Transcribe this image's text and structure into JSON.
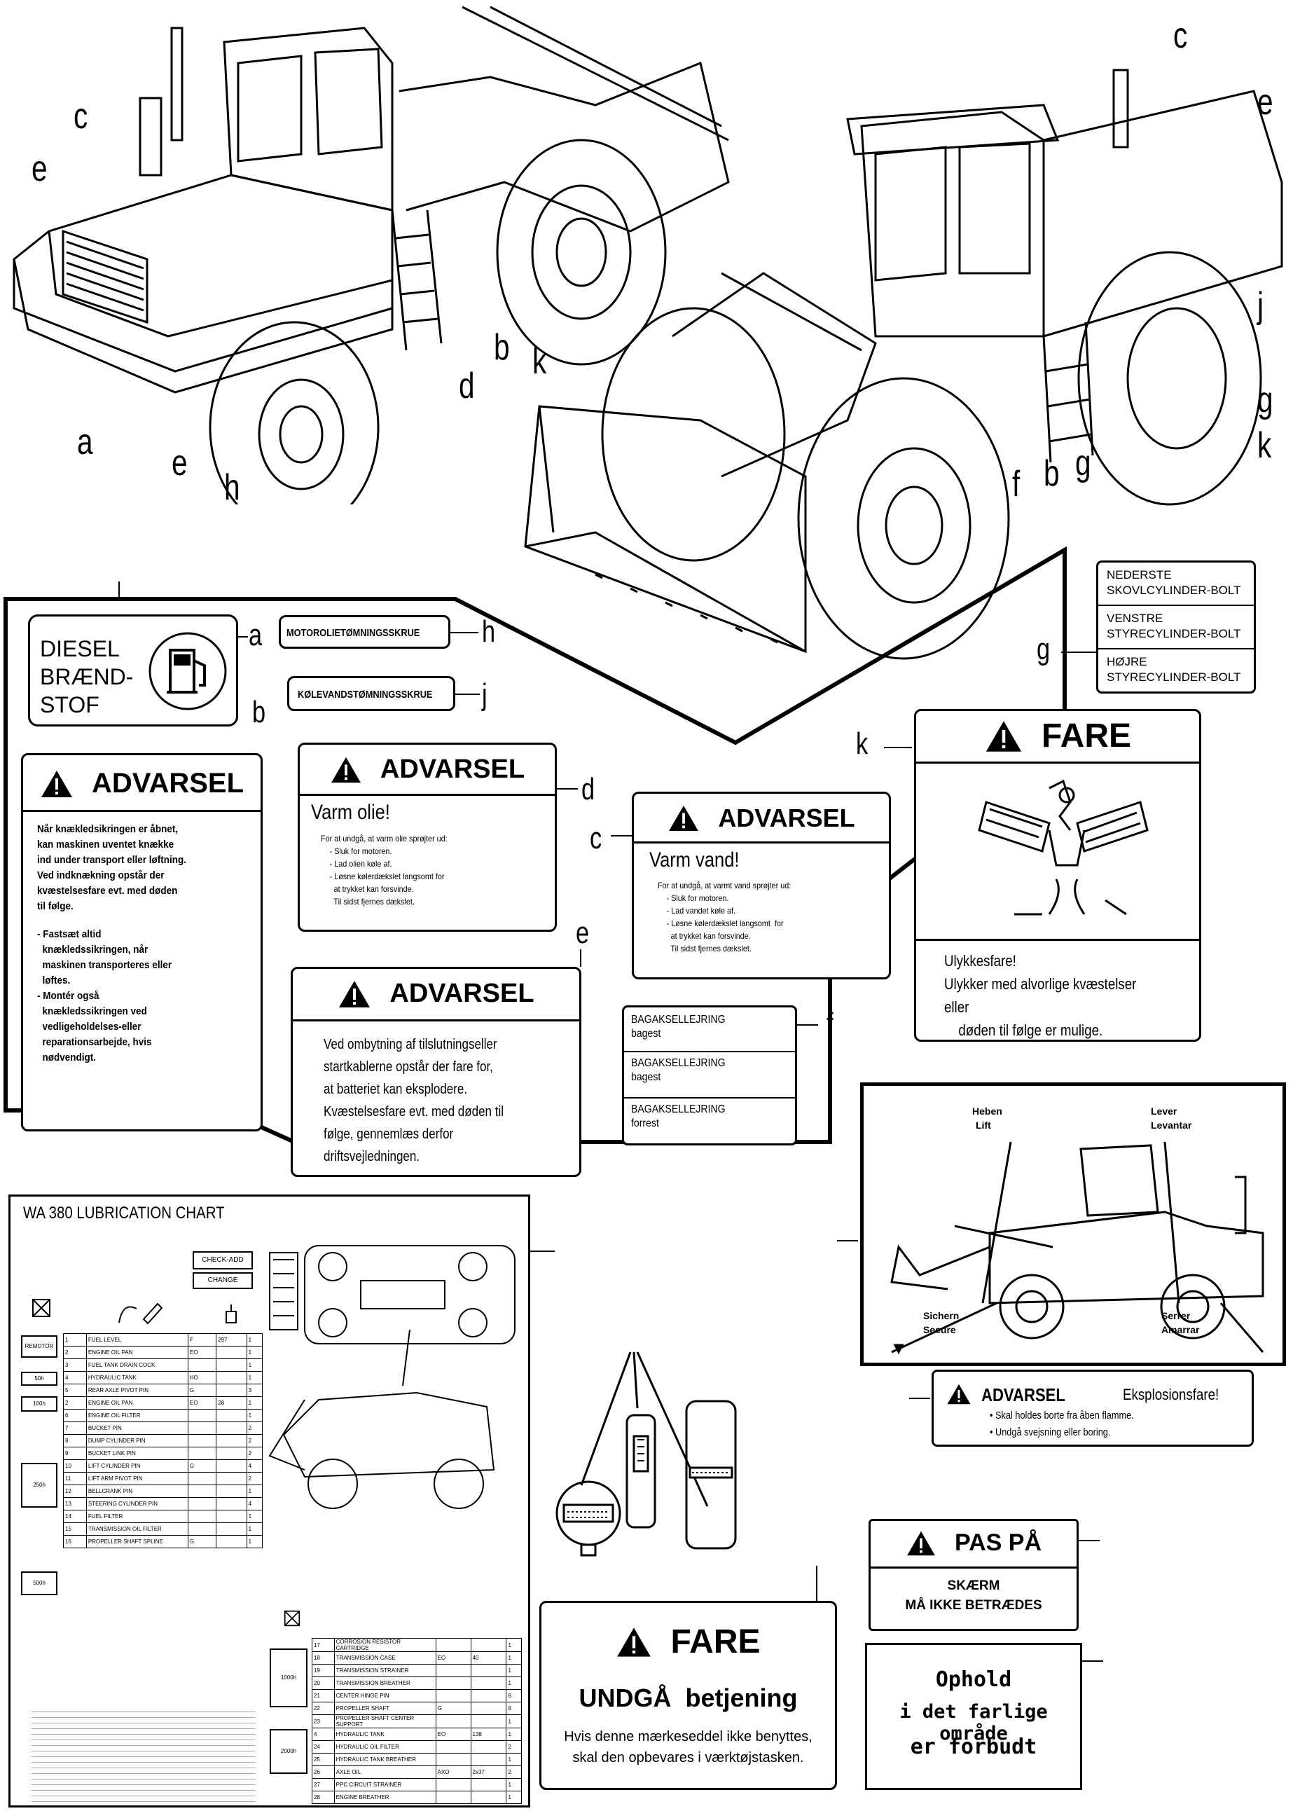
{
  "letters": {
    "top_left": {
      "c": "c",
      "e1": "e",
      "a": "a",
      "e2": "e",
      "h": "h",
      "d": "d",
      "b": "b",
      "k": "k"
    },
    "top_right": {
      "c": "c",
      "e": "e",
      "j": "j",
      "g1": "g",
      "k": "k",
      "f": "f",
      "b": "b",
      "g2": "g"
    }
  },
  "decal_a": {
    "text1": "DIESEL",
    "text2": "BRÆND-",
    "text3": "STOF",
    "letter": "a"
  },
  "decal_h": {
    "text": "MOTOROLIETØMNINGSSKRUE",
    "letter": "h"
  },
  "decal_j": {
    "text": "KØLEVANDSTØMNINGSSKRUE",
    "letter": "j"
  },
  "decal_g": {
    "row1a": "NEDERSTE",
    "row1b": "SKOVLCYLINDER-BOLT",
    "row2a": "VENSTRE",
    "row2b": "STYRECYLINDER-BOLT",
    "row3a": "HØJRE",
    "row3b": "STYRECYLINDER-BOLT",
    "letter": "g"
  },
  "decal_b": {
    "letter": "b",
    "header": "ADVARSEL",
    "lines": [
      "Når knækledsikringen er åbnet,",
      "kan maskinen uventet knække",
      "ind under transport eller løftning.",
      "Ved indknækning opstår der",
      "kvæstelsesfare evt. med døden",
      "til følge."
    ],
    "bullets": [
      "- Fastsæt altid",
      "  knækledssikringen, når",
      "  maskinen transporteres eller",
      "  løftes.",
      "- Montér også",
      "  knækledssikringen ved",
      "  vedligeholdelses-eller",
      "  reparationsarbejde, hvis",
      "  nødvendigt."
    ]
  },
  "decal_d": {
    "letter": "d",
    "header": "ADVARSEL",
    "title": "Varm olie!",
    "lines": [
      "For at undgå, at varm olie sprøjter ud:",
      "- Sluk for motoren.",
      "- Lad olien køle af.",
      "- Løsne kølerdækslet langsomt for",
      "  at trykket kan forsvinde.",
      "  Til sidst fjernes dækslet."
    ]
  },
  "decal_c": {
    "letter": "c",
    "header": "ADVARSEL",
    "title": "Varm vand!",
    "lines": [
      "For at undgå, at varmt vand sprøjter ud:",
      "- Sluk for motoren.",
      "- Lad vandet køle af.",
      "- Løsne kølerdækslet langsomt  for",
      "  at trykket kan forsvinde.",
      "  Til sidst fjernes dækslet."
    ]
  },
  "decal_e": {
    "letter": "e",
    "header": "ADVARSEL",
    "lines": [
      "Ved ombytning af tilslutningseller",
      "startkablerne opstår der fare for,",
      "at batteriet kan eksplodere.",
      "Kvæstelsesfare evt. med døden til",
      "følge, gennemlæs derfor",
      "driftsvejledningen."
    ]
  },
  "decal_f": {
    "letter": "f",
    "rows": [
      [
        "BAGAKSELLEJRING",
        "bagest"
      ],
      [
        "BAGAKSELLEJRING",
        "bagest"
      ],
      [
        "BAGAKSELLEJRING",
        "forrest"
      ]
    ]
  },
  "decal_k": {
    "letter": "k",
    "header": "FARE",
    "lines": [
      "Ulykkesfare!",
      "Ulykker med alvorlige kvæstelser eller",
      "døden til følge er mulige."
    ]
  },
  "lift_decal": {
    "heben": "Heben",
    "lift": "Lift",
    "lever": "Lever",
    "levantar": "Levantar",
    "sichern": "Sichern",
    "secure": "Secure",
    "serrer": "Serrer",
    "amarrar": "Amarrar"
  },
  "explosion_decal": {
    "header": "ADVARSEL",
    "title": "Eksplosionsfare!",
    "line1": "• Skal holdes borte fra åben flamme.",
    "line2": "• Undgå svejsning eller boring."
  },
  "paspa_decal": {
    "header": "PAS PÅ",
    "line1": "SKÆRM",
    "line2": "MÅ IKKE BETRÆDES"
  },
  "ophold_decal": {
    "line1": "Ophold",
    "line2": "i det farlige område",
    "line3": "er forbudt"
  },
  "fare2_decal": {
    "header": "FARE",
    "title": "UNDGÅ  betjening",
    "line1": "Hvis denne mærkeseddel ikke benyttes,",
    "line2": "skal den opbevares i værktøjstasken."
  },
  "lube_chart": {
    "title": "WA 380 LUBRICATION CHART",
    "check_add": "CHECK-ADD",
    "change": "CHANGE",
    "intervals": [
      "REMOTOR",
      "50h",
      "100h",
      "250h",
      "500h",
      "1000h",
      "2000h"
    ],
    "left_rows": [
      [
        "1",
        "FUEL LEVEL",
        "F",
        "297",
        "1"
      ],
      [
        "2",
        "ENGINE OIL PAN",
        "EO",
        "",
        "1"
      ],
      [
        "3",
        "FUEL TANK DRAIN COCK",
        "",
        "",
        "1"
      ],
      [
        "4",
        "HYDRAULIC TANK",
        "HO",
        "",
        "1"
      ],
      [
        "5",
        "REAR AXLE PIVOT PIN",
        "G",
        "",
        "3"
      ],
      [
        "2",
        "ENGINE OIL PAN",
        "EO",
        "28",
        "1"
      ],
      [
        "6",
        "ENGINE OIL FILTER",
        "",
        "",
        "1"
      ],
      [
        "7",
        "BUCKET PIN",
        "",
        "",
        "2"
      ],
      [
        "8",
        "DUMP CYLINDER PIN",
        "",
        "",
        "2"
      ],
      [
        "9",
        "BUCKET LINK PIN",
        "",
        "",
        "2"
      ],
      [
        "10",
        "LIFT CYLINDER PIN",
        "G",
        "",
        "4"
      ],
      [
        "11",
        "LIFT ARM PIVOT PIN",
        "",
        "",
        "2"
      ],
      [
        "12",
        "BELLCRANK PIN",
        "",
        "",
        "1"
      ],
      [
        "13",
        "STEERING CYLINDER PIN",
        "",
        "",
        "4"
      ],
      [
        "14",
        "FUEL FILTER",
        "",
        "",
        "1"
      ],
      [
        "15",
        "TRANSMISSION OIL FILTER",
        "",
        "",
        "1"
      ],
      [
        "16",
        "PROPELLER SHAFT SPLINE",
        "G",
        "",
        "1"
      ]
    ],
    "right_rows": [
      [
        "17",
        "CORROSION RESISTOR CARTRIDGE",
        "",
        "",
        "1"
      ],
      [
        "18",
        "TRANSMISSION CASE",
        "EO",
        "40",
        "1"
      ],
      [
        "19",
        "TRANSMISSION STRAINER",
        "",
        "",
        "1"
      ],
      [
        "20",
        "TRANSMISSION BREATHER",
        "",
        "",
        "1"
      ],
      [
        "21",
        "CENTER HINGE PIN",
        "",
        "",
        "6"
      ],
      [
        "22",
        "PROPELLER SHAFT",
        "G",
        "",
        "8"
      ],
      [
        "23",
        "PROPELLER SHAFT CENTER SUPPORT",
        "",
        "",
        "1"
      ],
      [
        "4",
        "HYDRAULIC TANK",
        "EO",
        "138",
        "1"
      ],
      [
        "24",
        "HYDRAULIC OIL FILTER",
        "",
        "",
        "2"
      ],
      [
        "25",
        "HYDRAULIC TANK BREATHER",
        "",
        "",
        "1"
      ],
      [
        "26",
        "AXLE OIL",
        "AXO",
        "2x37",
        "2"
      ],
      [
        "27",
        "PPC CIRCUIT STRAINER",
        "",
        "",
        "1"
      ],
      [
        "28",
        "ENGINE BREATHER",
        "",
        "",
        "1"
      ]
    ]
  }
}
